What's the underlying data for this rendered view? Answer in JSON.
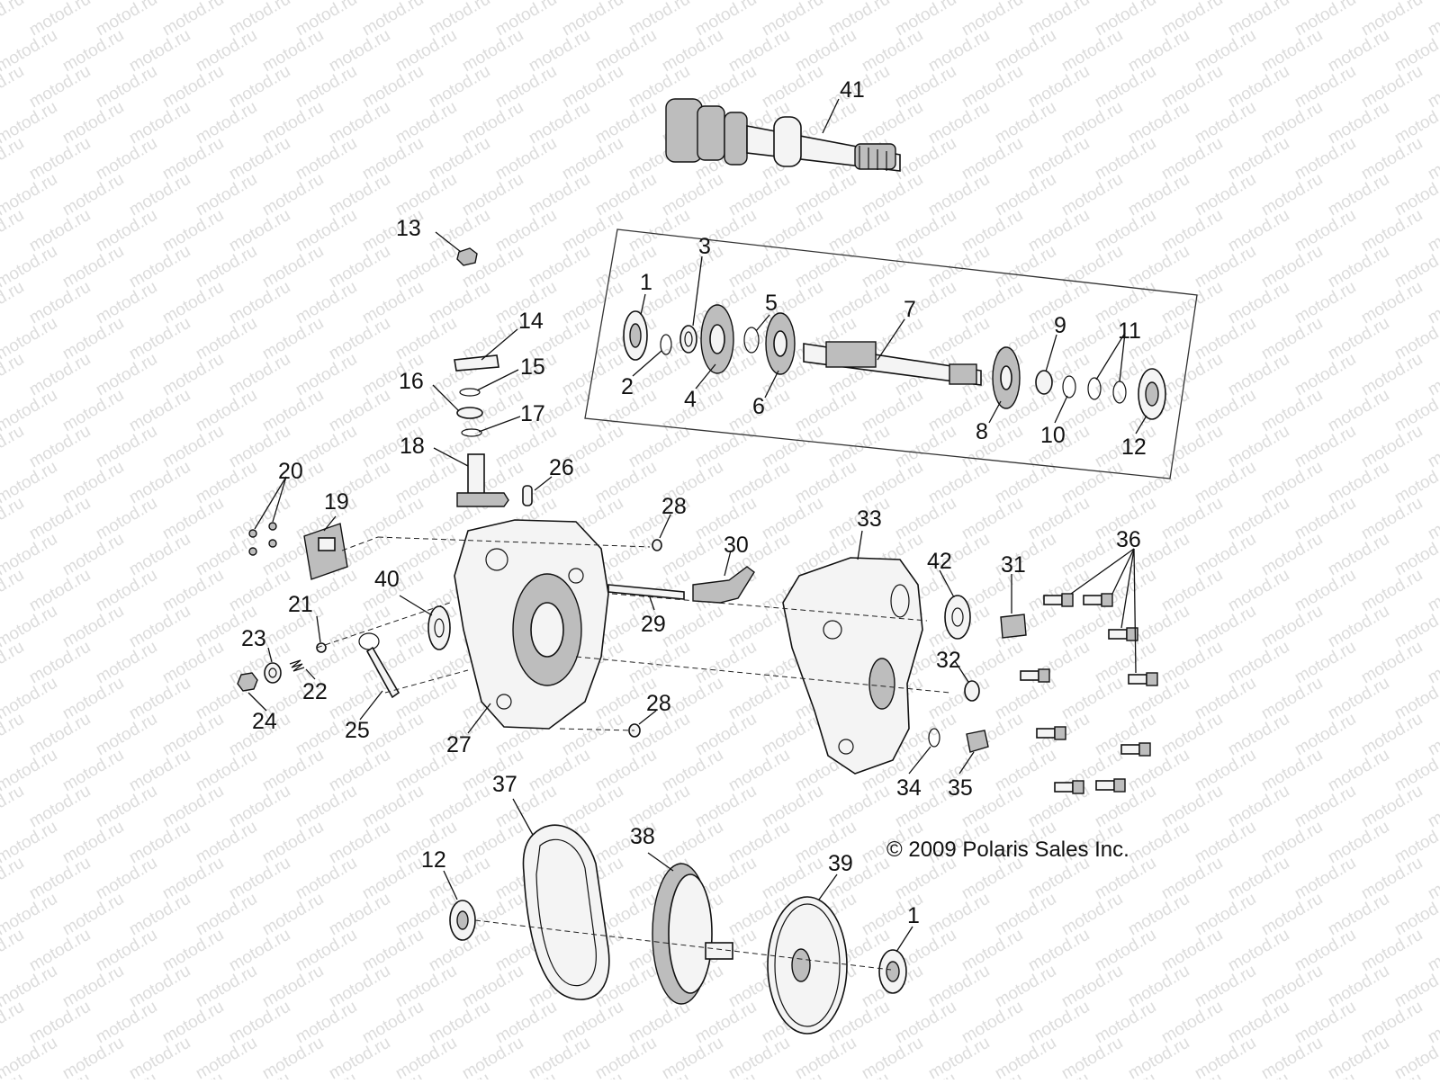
{
  "watermark": "motod.ru",
  "copyright": "© 2009 Polaris Sales Inc.",
  "labels": {
    "l1a": "1",
    "l1b": "1",
    "l2": "2",
    "l3": "3",
    "l4": "4",
    "l5": "5",
    "l6": "6",
    "l7": "7",
    "l8": "8",
    "l9": "9",
    "l10": "10",
    "l11": "11",
    "l12a": "12",
    "l12b": "12",
    "l13": "13",
    "l14": "14",
    "l15": "15",
    "l16": "16",
    "l17": "17",
    "l18": "18",
    "l19": "19",
    "l20": "20",
    "l21": "21",
    "l22": "22",
    "l23": "23",
    "l24": "24",
    "l25": "25",
    "l26": "26",
    "l27": "27",
    "l28a": "28",
    "l28b": "28",
    "l29": "29",
    "l30": "30",
    "l31": "31",
    "l32": "32",
    "l33": "33",
    "l34": "34",
    "l35": "35",
    "l36": "36",
    "l37": "37",
    "l38": "38",
    "l39": "39",
    "l40": "40",
    "l41": "41",
    "l42": "42"
  },
  "colors": {
    "line": "#111111",
    "watermark": "#dcdcdc",
    "background": "#ffffff"
  }
}
